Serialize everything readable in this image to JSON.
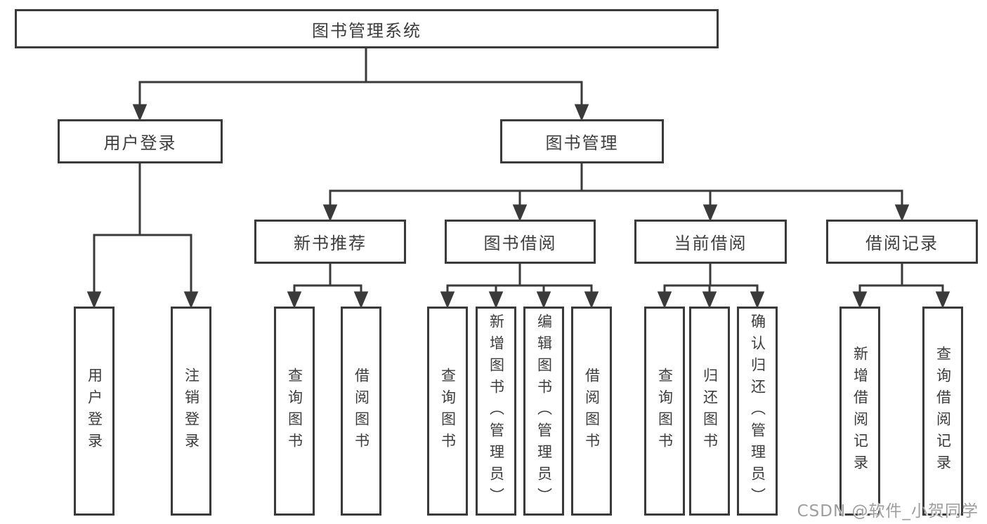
{
  "diagram": {
    "root": "图书管理系统",
    "level2": {
      "user_login": "用户登录",
      "book_management": "图书管理"
    },
    "level3": {
      "new_book_rec": "新书推荐",
      "book_borrow": "图书借阅",
      "current_borrow": "当前借阅",
      "borrow_records": "借阅记录"
    },
    "leaves": {
      "user_login": "用户登录",
      "logout": "注销登录",
      "query_books_1": "查询图书",
      "borrow_books_1": "借阅图书",
      "query_books_2": "查询图书",
      "add_books_admin": "新增图书（管理员）",
      "edit_books_admin": "编辑图书（管理员）",
      "borrow_books_2": "借阅图书",
      "query_books_3": "查询图书",
      "return_books": "归还图书",
      "confirm_return_admin": "确认归还（管理员）",
      "add_borrow_record": "新增借阅记录",
      "query_borrow_record": "查询借阅记录"
    },
    "watermark": "CSDN @软件_小贺同学",
    "colors": {
      "line": "#3a3a3a",
      "text": "#3d3d3d",
      "background": "#ffffff",
      "watermark": "#9e9e9e"
    }
  }
}
